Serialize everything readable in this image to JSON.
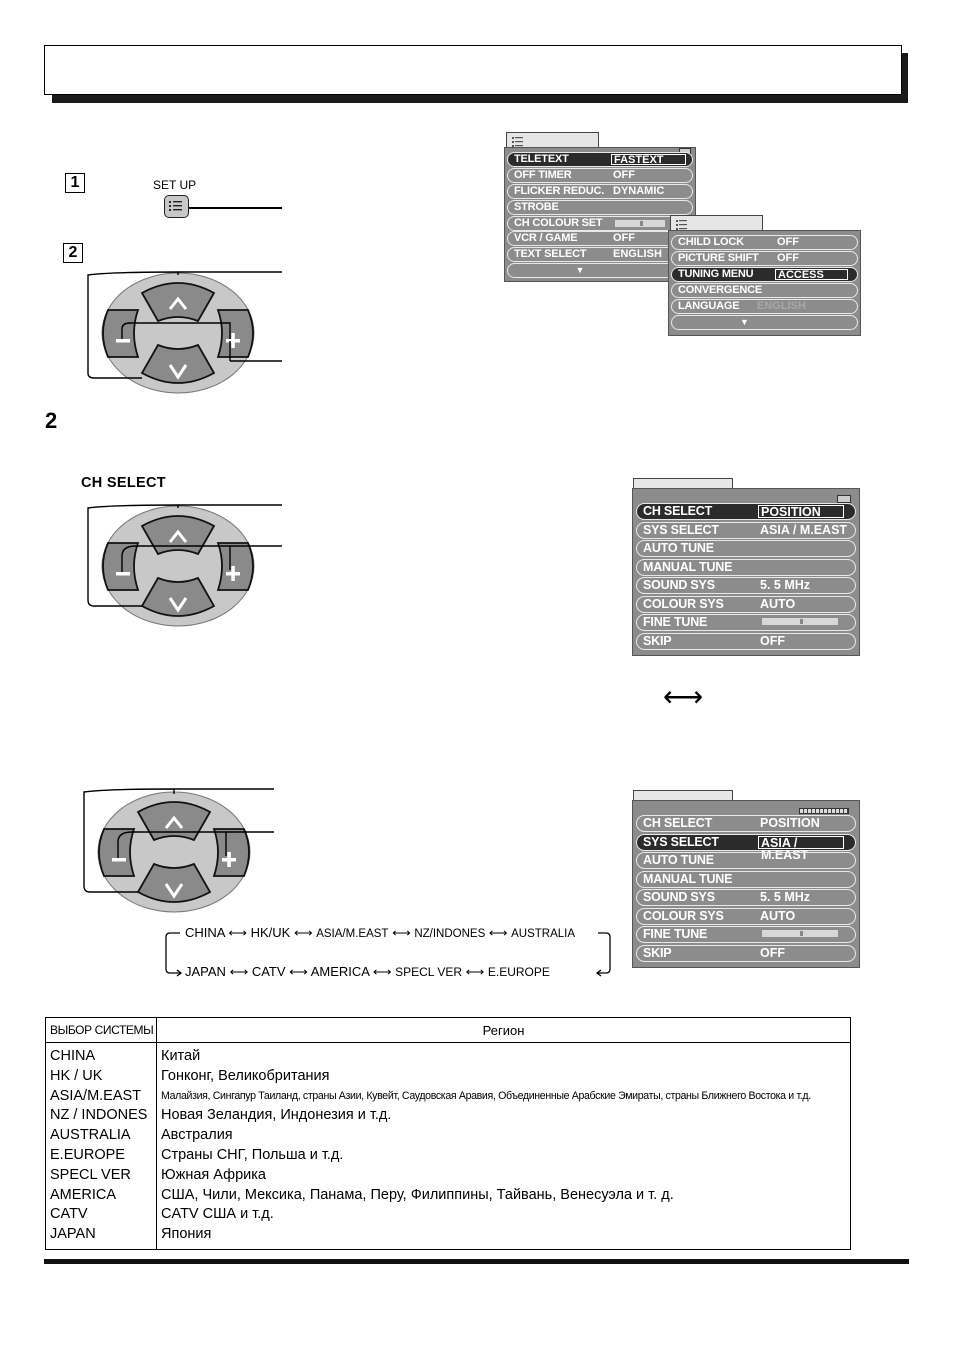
{
  "setup_button_label": "SET UP",
  "step_numbers": [
    "1",
    "2"
  ],
  "section_number": "2",
  "ch_select_heading": "CH SELECT",
  "menu1": {
    "rows": [
      {
        "key": "TELETEXT",
        "value": "FASTEXT",
        "selected": true
      },
      {
        "key": "OFF TIMER",
        "value": "OFF"
      },
      {
        "key": "FLICKER REDUC.",
        "value": "DYNAMIC"
      },
      {
        "key": "STROBE",
        "value": ""
      },
      {
        "key": "CH COLOUR SET",
        "value": ""
      },
      {
        "key": "VCR / GAME",
        "value": "OFF"
      },
      {
        "key": "TEXT SELECT",
        "value": "ENGLISH"
      }
    ],
    "more_arrow": "▼"
  },
  "menu2": {
    "rows": [
      {
        "key": "CHILD LOCK",
        "value": "OFF"
      },
      {
        "key": "PICTURE SHIFT",
        "value": "OFF"
      },
      {
        "key": "TUNING MENU",
        "value": "ACCESS",
        "selected": true
      },
      {
        "key": "CONVERGENCE",
        "value": ""
      },
      {
        "key": "LANGUAGE",
        "value": "ENGLISH"
      }
    ],
    "more_arrow": "▼"
  },
  "menu3": {
    "rows": [
      {
        "key": "CH SELECT",
        "value": "POSITION"
      },
      {
        "key": "SYS SELECT",
        "value": "ASIA / M.EAST"
      },
      {
        "key": "AUTO TUNE",
        "value": ""
      },
      {
        "key": "MANUAL TUNE",
        "value": ""
      },
      {
        "key": "SOUND SYS",
        "value": "5. 5 MHz"
      },
      {
        "key": "COLOUR SYS",
        "value": "AUTO"
      },
      {
        "key": "FINE TUNE",
        "value": ""
      },
      {
        "key": "SKIP",
        "value": "OFF"
      }
    ]
  },
  "swap_arrow": "⟷",
  "system_cycle": {
    "top": [
      "CHINA",
      "HK/UK",
      "ASIA/M.EAST",
      "NZ/INDONES",
      "AUSTRALIA"
    ],
    "bottom": [
      "JAPAN",
      "CATV",
      "AMERICA",
      "SPECL VER",
      "E.EUROPE"
    ]
  },
  "table": {
    "headers": [
      "ВЫБОР СИСТЕМЫ",
      "Регион"
    ],
    "rows": [
      {
        "system": "CHINA",
        "region": "Китай"
      },
      {
        "system": "HK / UK",
        "region": "Гонконг, Великобритания"
      },
      {
        "system": "ASIA/M.EAST",
        "region": "Малайзия, Сингапур Таиланд, страны Азии, Кувейт, Саудовская Аравия, Объединенные Арабские Эмираты, страны Ближнего Востока и т.д."
      },
      {
        "system": "NZ / INDONES",
        "region": "Новая Зеландия, Индонезия и т.д."
      },
      {
        "system": "AUSTRALIA",
        "region": "Австралия"
      },
      {
        "system": "E.EUROPE",
        "region": "Страны СНГ, Польша и т.д."
      },
      {
        "system": "SPECL VER",
        "region": "Южная Африка"
      },
      {
        "system": "AMERICA",
        "region": "США, Чили, Мексика, Панама, Перу, Филиппины, Тайвань, Венесуэла и т. д."
      },
      {
        "system": "CATV",
        "region": "CATV США и т.д."
      },
      {
        "system": "JAPAN",
        "region": "Япония"
      }
    ]
  }
}
